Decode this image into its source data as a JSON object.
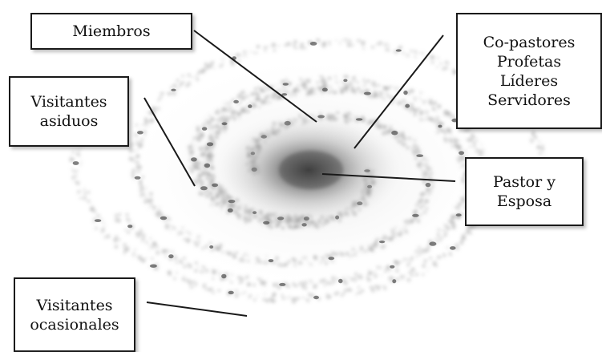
{
  "diagram": {
    "labels": {
      "miembros": [
        "Miembros"
      ],
      "copastores": [
        "Co-pastores",
        "Profetas",
        "Líderes",
        "Servidores"
      ],
      "visitantes_asiduos": [
        "Visitantes",
        "asiduos"
      ],
      "pastor": [
        "Pastor y",
        "Esposa"
      ],
      "visitantes_ocasionales": [
        "Visitantes",
        "ocasionales"
      ]
    },
    "colors": {
      "line": "#1a1a1a",
      "galaxy_core": "#3a3a3a",
      "galaxy_dust": "#8a8a8a"
    }
  }
}
